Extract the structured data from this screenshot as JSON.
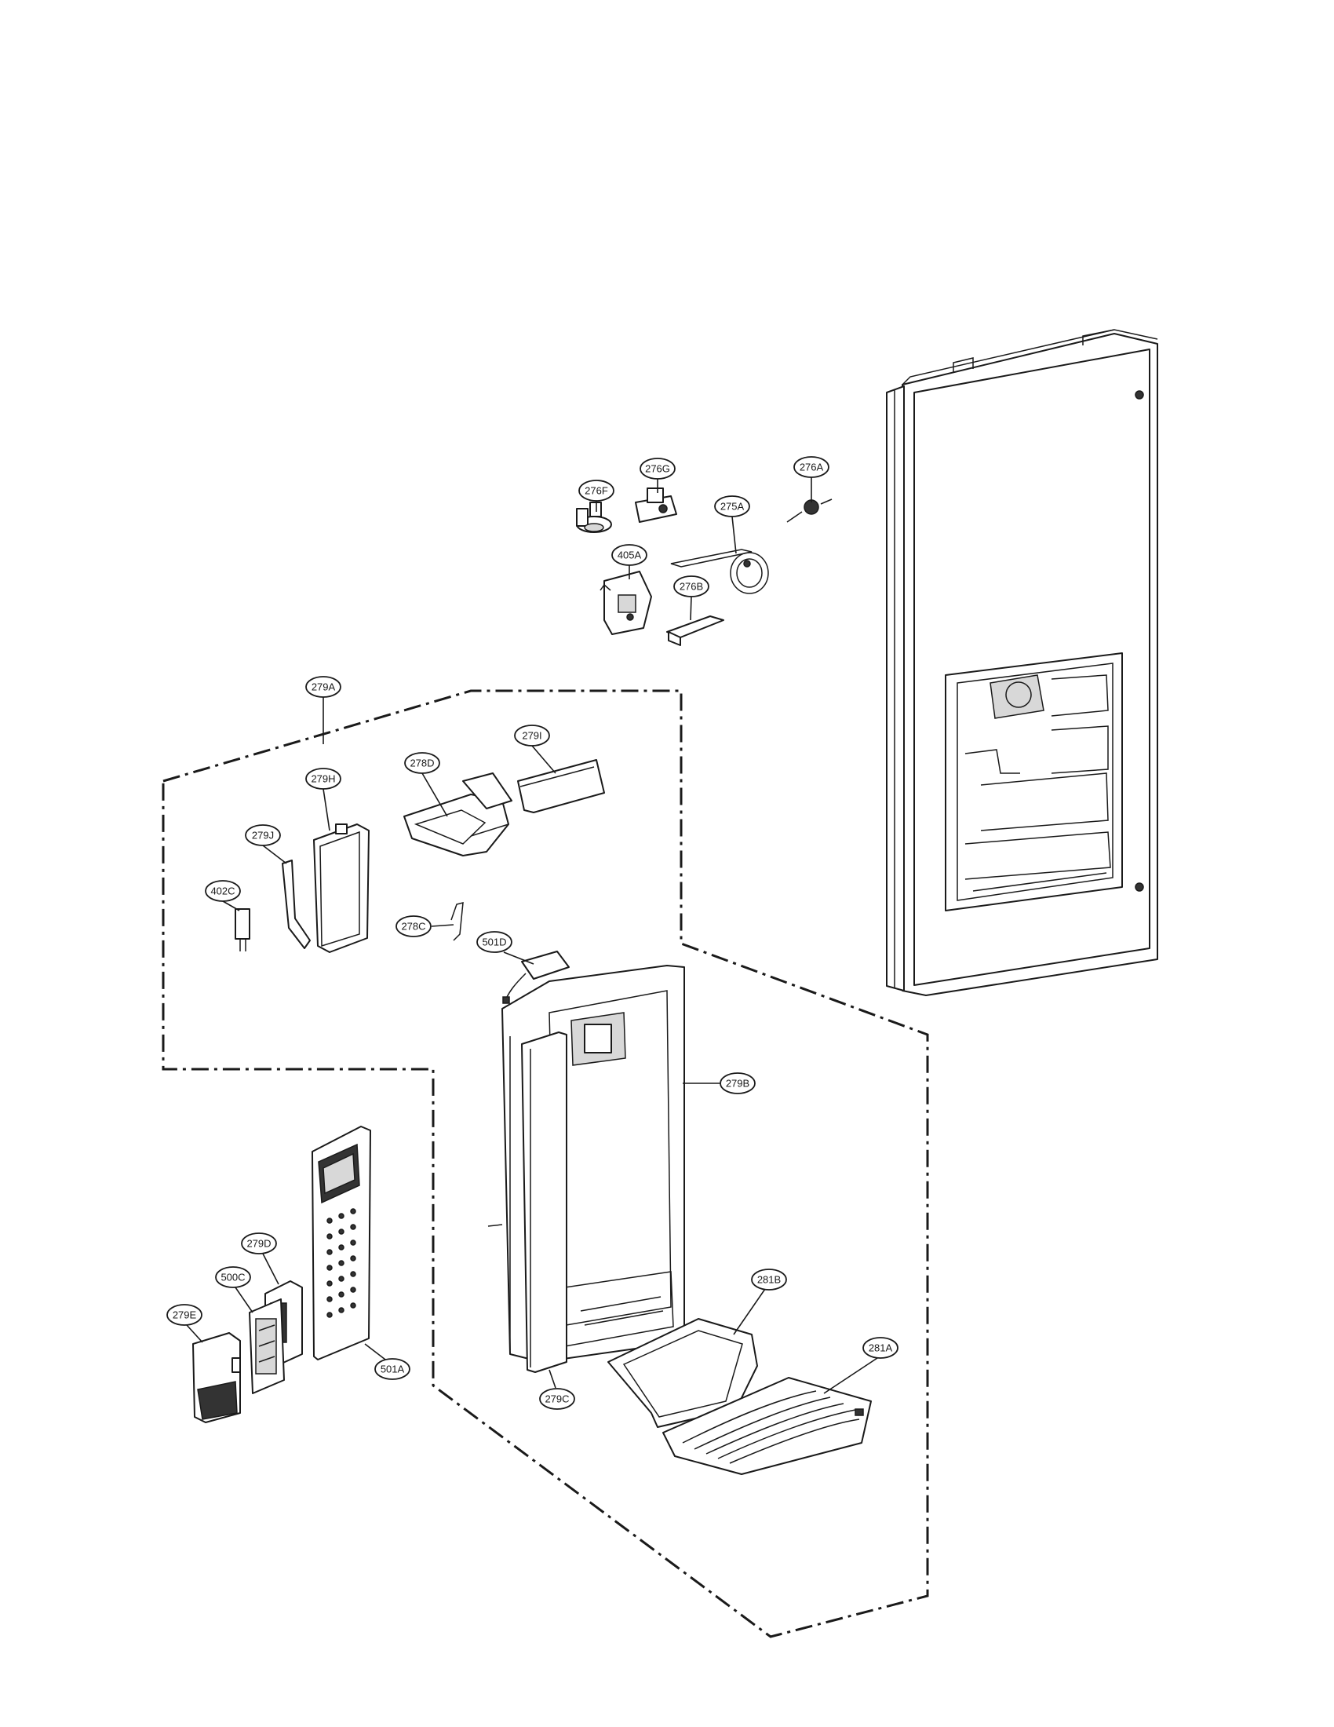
{
  "callouts": {
    "c276F": "276F",
    "c276G": "276G",
    "c276A": "276A",
    "c275A": "275A",
    "c405A": "405A",
    "c276B": "276B",
    "c279A": "279A",
    "c279I": "279I",
    "c278D": "278D",
    "c279H": "279H",
    "c279J": "279J",
    "c402C": "402C",
    "c278C": "278C",
    "c501D": "501D",
    "c279B": "279B",
    "c279D": "279D",
    "c500C": "500C",
    "c279E": "279E",
    "c501A": "501A",
    "c281B": "281B",
    "c281A": "281A",
    "c279C": "279C"
  },
  "colors": {
    "line": "#1a1a1a",
    "background": "#ffffff"
  }
}
